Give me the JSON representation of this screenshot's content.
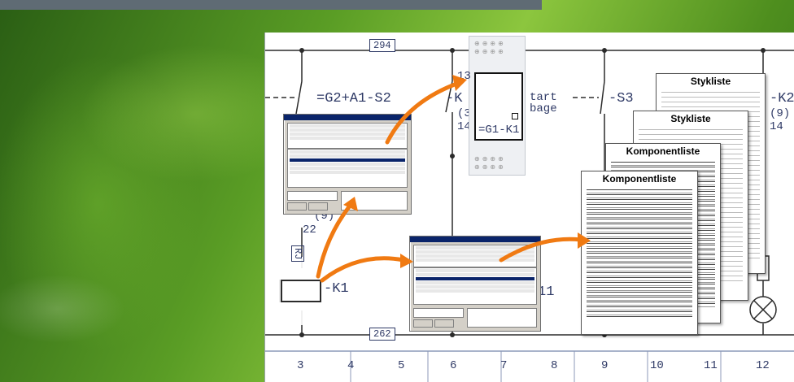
{
  "schematic": {
    "contact_s2": "=G2+A1-S2",
    "contact_s3": "-S3",
    "k2_label": "-K2",
    "k2_sub1": "(9)",
    "k2_sub2": "14",
    "relay_label": "-K1",
    "relay_center": "=G1-K1",
    "relay_pin_top": "13",
    "relay_pin_mid": "(3",
    "relay_pin_bot": "14",
    "relay_k_prefix": "-K",
    "start_text1": "tart",
    "start_text2": "bage",
    "ref_9": "(9)",
    "ref_22": "22",
    "ref_11": "11",
    "box_top": "294",
    "box_bottom": "262",
    "vertical_tag": "RJ",
    "column_numbers": [
      "3",
      "4",
      "5",
      "6",
      "7",
      "8",
      "9",
      "10",
      "11",
      "12"
    ]
  },
  "documents": {
    "stykliste_1": "Stykliste",
    "stykliste_2": "Stykliste",
    "komponentliste_1": "Komponentliste",
    "komponentliste_2": "Komponentliste"
  },
  "colors": {
    "arrow": "#f07a12",
    "schematic_line": "#2b2b2b",
    "label": "#2f3a66"
  }
}
